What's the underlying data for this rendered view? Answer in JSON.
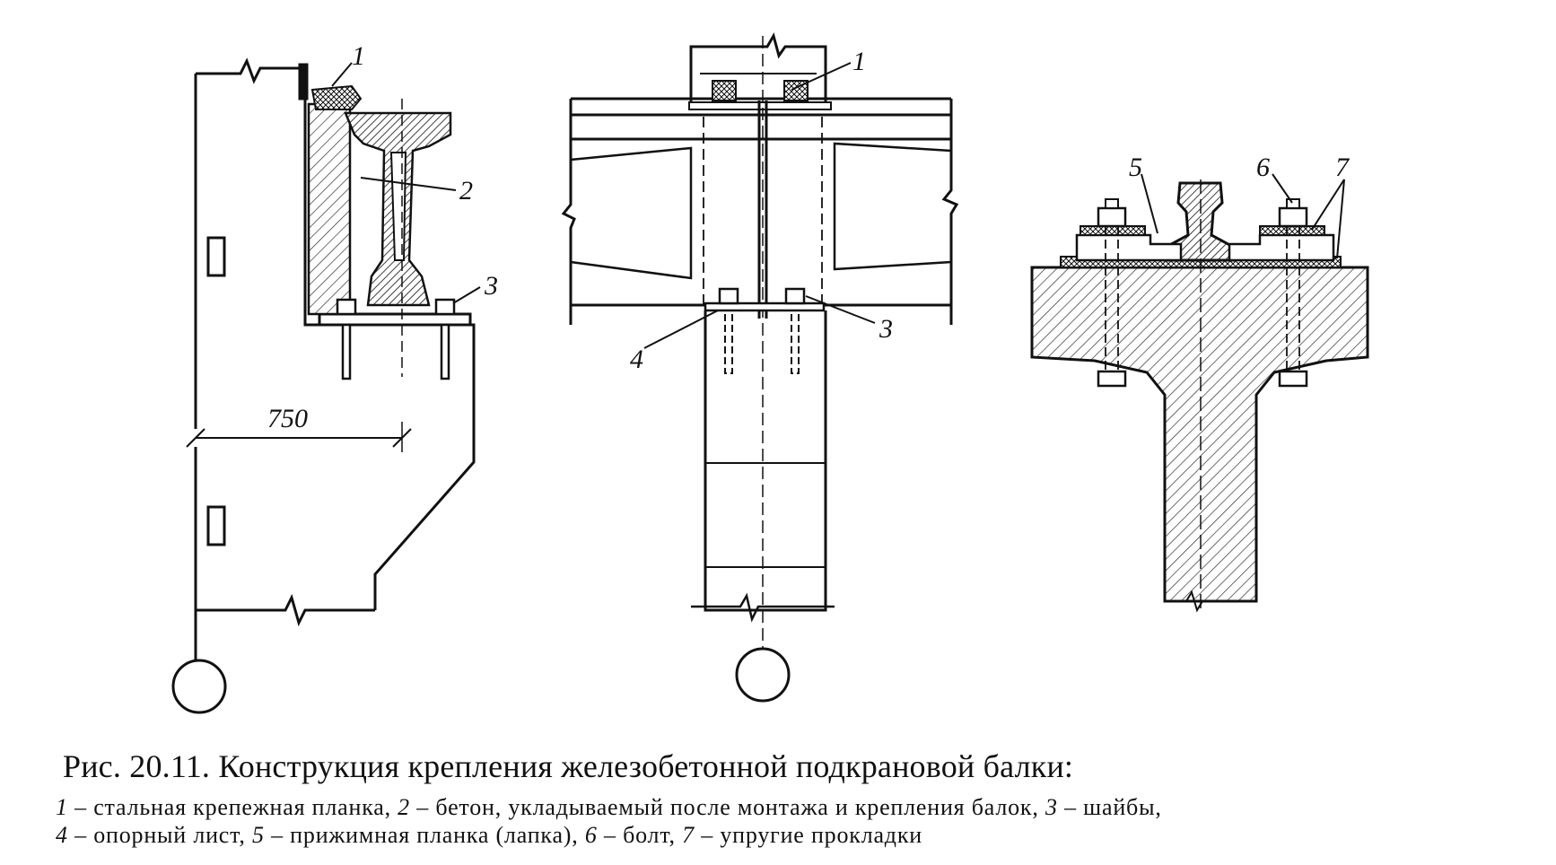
{
  "figure": {
    "callouts": {
      "left_1": "1",
      "left_2": "2",
      "left_3": "3",
      "middle_1": "1",
      "middle_3": "3",
      "middle_4": "4",
      "right_5": "5",
      "right_6": "6",
      "right_7": "7"
    },
    "dimension_label": "750"
  },
  "caption": {
    "title": "Рис. 20.11. Конструкция крепления железобетонной подкрановой балки:",
    "line1": [
      {
        "num": "1",
        "text": " – стальная крепежная планка, "
      },
      {
        "num": "2",
        "text": " – бетон, укладываемый после монтажа и крепления балок, "
      },
      {
        "num": "3",
        "text": " – шайбы,"
      }
    ],
    "line2": [
      {
        "num": "4",
        "text": " – опорный лист, "
      },
      {
        "num": "5",
        "text": " – прижимная планка (лапка), "
      },
      {
        "num": "6",
        "text": " – болт, "
      },
      {
        "num": "7",
        "text": " – упругие прокладки"
      }
    ]
  }
}
